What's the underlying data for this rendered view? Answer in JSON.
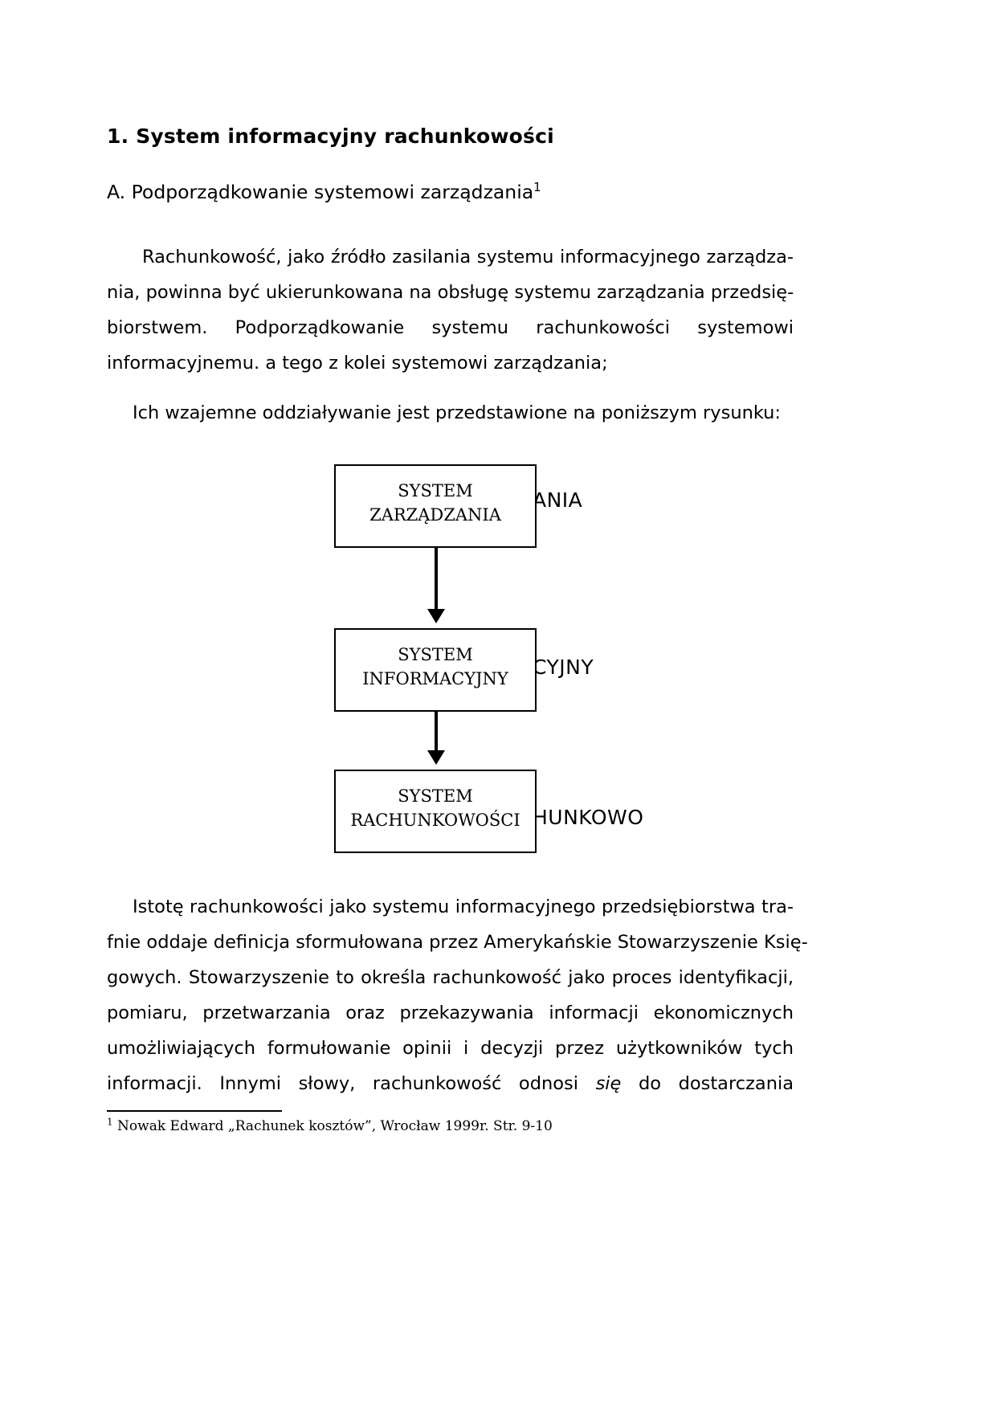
{
  "document": {
    "title": "1. System informacyjny rachunkowości",
    "subheading": {
      "text": "A. Podporządkowanie systemowi zarządzania",
      "footnote_marker": "1"
    },
    "paragraphs": {
      "p1": {
        "lines": [
          "Rachunkowość, jako źródło zasilania systemu informacyjnego zarządza-",
          "nia, powinna być ukierunkowana na obsługę systemu zarządzania przedsię-",
          "biorstwem. Podporządkowanie systemu rachunkowości systemowi",
          "informacyjnemu. a tego z kolei systemowi zarządzania;"
        ]
      },
      "p2": {
        "lines": [
          "Ich wzajemne oddziaływanie jest przedstawione na poniższym rysunku:"
        ]
      },
      "p3": {
        "lines": [
          "Istotę rachunkowości jako systemu informacyjnego przedsiębiorstwa tra-",
          "fnie oddaje definicja sformułowana przez Amerykańskie Stowarzyszenie Księ-",
          "gowych. Stowarzyszenie to określa rachunkowość jako proces identyfikacji,",
          "pomiaru, przetwarzania oraz przekazywania informacji ekonomicznych",
          "umożliwiających formułowanie opinii i decyzji przez użytkowników tych",
          "informacji. Innymi słowy, rachunkowość odnosi ",
          "się",
          " do dostarczania"
        ],
        "line6_a": "informacji. Innymi słowy, rachunkowość odnosi",
        "line6_italic": "się",
        "line6_b": "do dostarczania"
      }
    },
    "diagram": {
      "boxes": [
        {
          "line1": "SYSTEM",
          "line2": "ZARZĄDZANIA"
        },
        {
          "line1": "SYSTEM",
          "line2": "INFORMACYJNY"
        },
        {
          "line1": "SYSTEM",
          "line2": "RACHUNKOWOŚCI"
        }
      ],
      "overflow_labels": [
        "ANIA",
        "CYJNY",
        "HUNKOWO"
      ],
      "arrows": [
        "arrow-down",
        "arrow-down"
      ]
    },
    "footnote": {
      "marker": "1",
      "text": " Nowak Edward „Rachunek kosztów”, Wrocław 1999r. Str. 9-10"
    }
  }
}
